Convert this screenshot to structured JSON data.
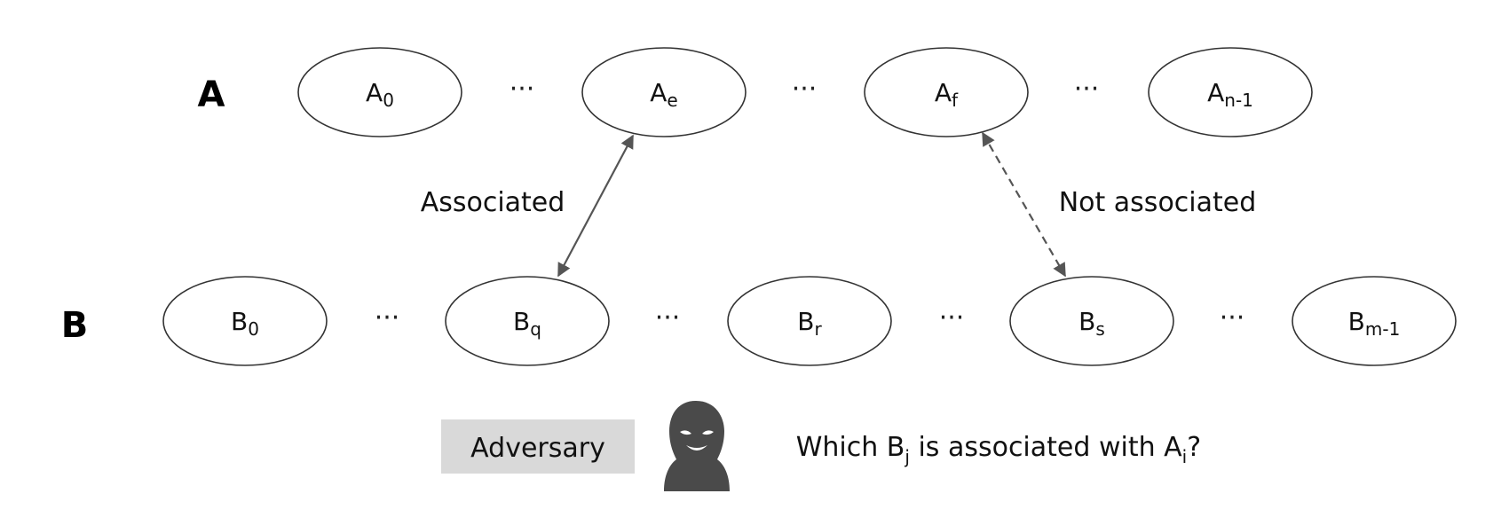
{
  "rows": {
    "A": {
      "label": "A",
      "nodes": [
        {
          "base": "A",
          "sub": "0"
        },
        {
          "base": "A",
          "sub": "e"
        },
        {
          "base": "A",
          "sub": "f"
        },
        {
          "base": "A",
          "sub": "n-1"
        }
      ]
    },
    "B": {
      "label": "B",
      "nodes": [
        {
          "base": "B",
          "sub": "0"
        },
        {
          "base": "B",
          "sub": "q"
        },
        {
          "base": "B",
          "sub": "r"
        },
        {
          "base": "B",
          "sub": "s"
        },
        {
          "base": "B",
          "sub": "m-1"
        }
      ]
    }
  },
  "ellipsis": "···",
  "edges": [
    {
      "from": "A.1",
      "to": "B.1",
      "label": "Associated",
      "style": "solid"
    },
    {
      "from": "A.2",
      "to": "B.3",
      "label": "Not associated",
      "style": "dashed"
    }
  ],
  "adversary": {
    "label": "Adversary",
    "icon": "masked-person-icon",
    "question": {
      "prefix": "Which ",
      "b_base": "B",
      "b_sub": "j",
      "middle": " is associated with ",
      "a_base": "A",
      "a_sub": "i",
      "suffix": "?"
    }
  },
  "colors": {
    "edge": "#555555",
    "adversary_box": "#d9d9d9",
    "icon": "#4a4a4a"
  }
}
